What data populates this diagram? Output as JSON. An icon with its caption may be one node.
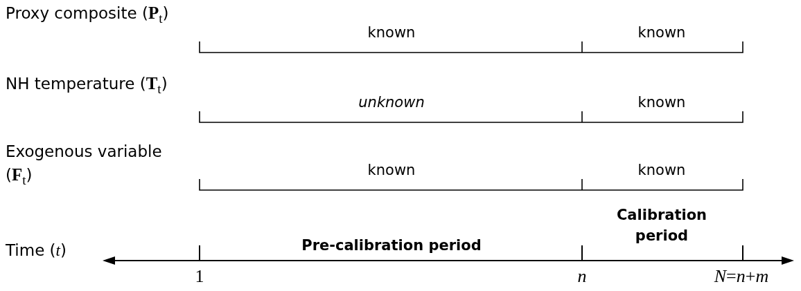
{
  "diagram": {
    "labels": [
      "Proxy composite (**P**$_{t}$)",
      "known",
      "known",
      "NH temperature (**T**$_{t}$)",
      "unknown",
      "known",
      "Exogenous variable (**F**$_{t}$)",
      "known",
      "known",
      "Calibration period",
      "Time (*t*)",
      "Pre-calibration period",
      "1",
      "n",
      "*N*=*n*+*m*"
    ]
  }
}
